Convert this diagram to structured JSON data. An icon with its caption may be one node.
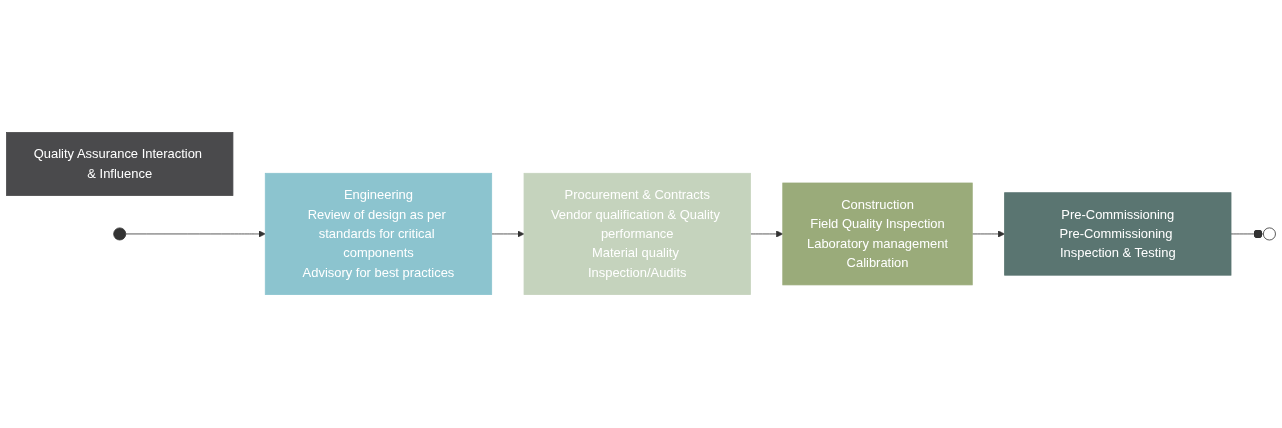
{
  "diagram": {
    "nodes": [
      {
        "text": [
          "Engineering",
          "Review of design as per standards for critical components",
          "Advisory for best practices"
        ]
      },
      {
        "text": [
          "Procurement & Contracts",
          "Vendor qualification & Quality performance",
          "Material quality Inspection/Audits"
        ]
      },
      {
        "text": [
          "Construction",
          "Field Quality Inspection",
          "Laboratory management",
          "Calibration"
        ]
      },
      {
        "text": [
          "Pre-Commissioning",
          "Pre-Commissioning Inspection & Testing"
        ]
      },
      {
        "text": [
          "Quality Assurance Interaction & Influence"
        ]
      }
    ],
    "edges": [
      {
        "from": null,
        "to": 0,
        "arrow": "to"
      },
      {
        "from": 0,
        "to": 1,
        "arrow": "to"
      },
      {
        "from": 1,
        "to": 2,
        "arrow": "to"
      },
      {
        "from": 2,
        "to": 3,
        "arrow": "to"
      },
      {
        "from": 3,
        "to": null,
        "arrow": "other"
      }
    ]
  }
}
